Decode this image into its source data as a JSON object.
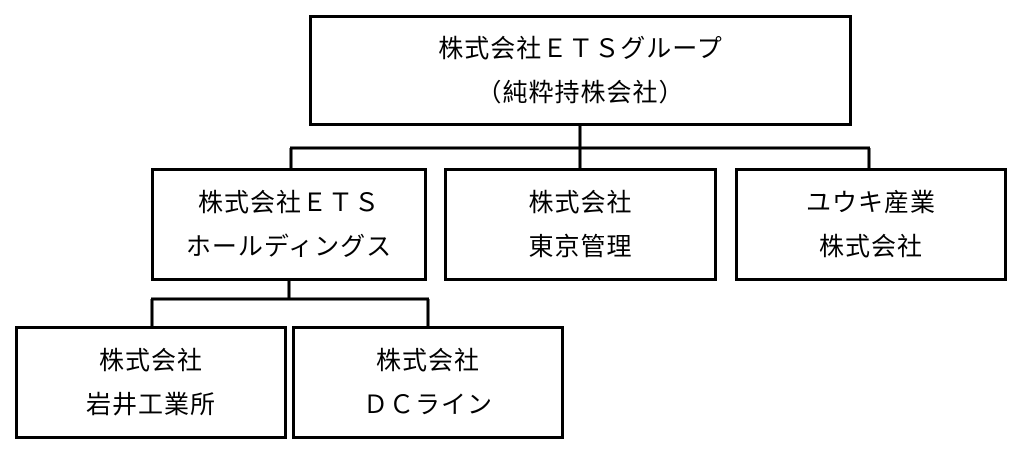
{
  "org_chart": {
    "root": {
      "line1": "株式会社ＥＴＳグループ",
      "line2": "（純粋持株会社）"
    },
    "level2": [
      {
        "line1": "株式会社ＥＴＳ",
        "line2": "ホールディングス"
      },
      {
        "line1": "株式会社",
        "line2": "東京管理"
      },
      {
        "line1": "ユウキ産業",
        "line2": "株式会社"
      }
    ],
    "level3": [
      {
        "line1": "株式会社",
        "line2": "岩井工業所"
      },
      {
        "line1": "株式会社",
        "line2": "ＤＣライン"
      }
    ]
  }
}
